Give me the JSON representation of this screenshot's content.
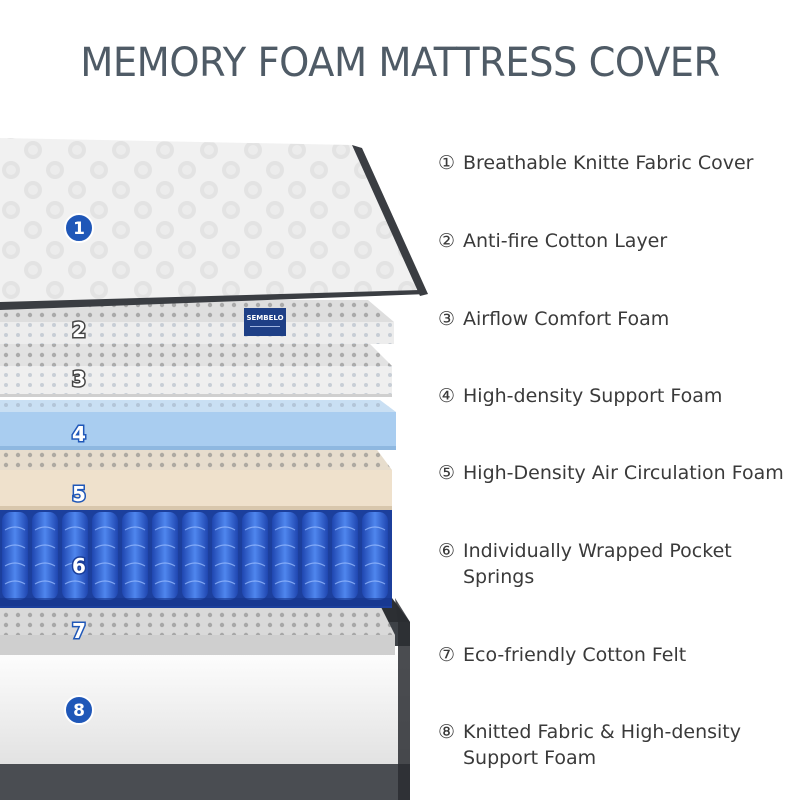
{
  "title": "MEMORY FOAM MATTRESS COVER",
  "brand": "SEMBELO",
  "colors": {
    "title": "#4f5b66",
    "badge_blue": "#1f57b8",
    "gel_foam": "#a9cdf0",
    "support_foam": "#efe1cc",
    "springs": "#2b5fd0",
    "border_dark": "#3b3f44"
  },
  "layers": [
    {
      "number": "1",
      "marker": "①",
      "label": "Breathable Knitte Fabric Cover"
    },
    {
      "number": "2",
      "marker": "②",
      "label": "Anti-fire Cotton Layer"
    },
    {
      "number": "3",
      "marker": "③",
      "label": "Airflow Comfort Foam"
    },
    {
      "number": "4",
      "marker": "④",
      "label": "High-density Support Foam"
    },
    {
      "number": "5",
      "marker": "⑤",
      "label": "High-Density Air Circulation Foam"
    },
    {
      "number": "6",
      "marker": "⑥",
      "label": "Individually Wrapped Pocket\nSprings"
    },
    {
      "number": "7",
      "marker": "⑦",
      "label": "Eco-friendly Cotton Felt"
    },
    {
      "number": "8",
      "marker": "⑧",
      "label": "Knitted Fabric & High-density\nSupport Foam"
    }
  ]
}
